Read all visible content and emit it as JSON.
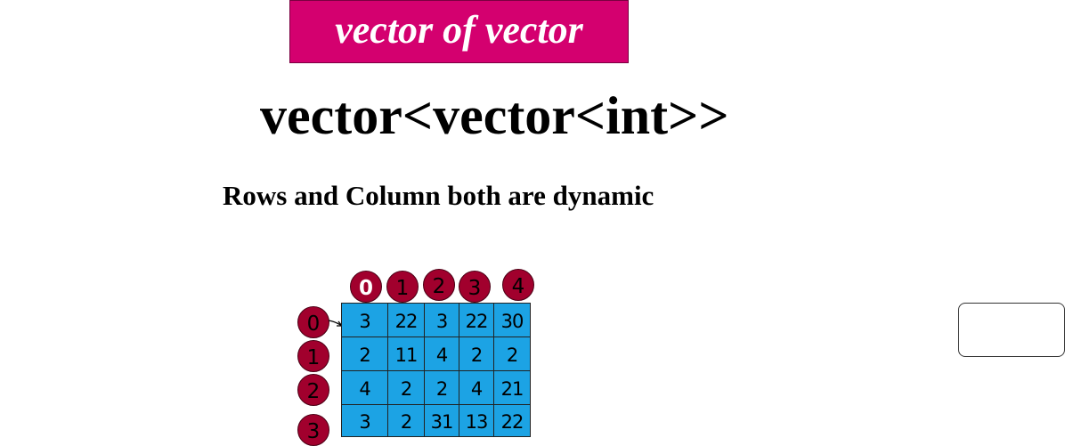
{
  "title_badge": {
    "text": "vector of vector",
    "color": "#d4006f"
  },
  "heading": "vector<vector<int>>",
  "subtitle": "Rows and Column both are dynamic",
  "column_indices": [
    "0",
    "1",
    "2",
    "3",
    "4"
  ],
  "row_indices": [
    "0",
    "1",
    "2",
    "3"
  ],
  "grid": {
    "color": "#1ca3e4",
    "rows": [
      [
        "3",
        "22",
        "3",
        "22",
        "30"
      ],
      [
        "2",
        "11",
        "4",
        "2",
        "2"
      ],
      [
        "4",
        "2",
        "2",
        "4",
        "21"
      ],
      [
        "3",
        "2",
        "31",
        "13",
        "22"
      ]
    ]
  },
  "index_circle_color": "#a1002d"
}
